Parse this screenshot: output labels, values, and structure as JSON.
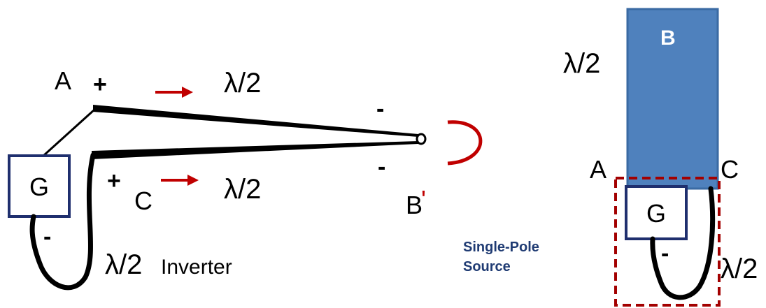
{
  "left_diagram": {
    "label_A": "A",
    "plus_A": "+",
    "wavelength_top": "λ/2",
    "minus_top": "-",
    "generator_label": "G",
    "minus_bottom": "-",
    "plus_C": "+",
    "label_C": "C",
    "wavelength_bottom": "λ/2",
    "label_B_prime": "B",
    "prime_mark": "'",
    "minus_loop": "-",
    "inverter_lambda": "λ/2",
    "inverter_label": "Inverter"
  },
  "right_diagram": {
    "lambda_left": "λ/2",
    "block_label": "B",
    "label_A": "A",
    "label_C": "C",
    "generator_label": "G",
    "minus_loop": "-",
    "lambda_bottom": "λ/2",
    "source_line1": "Single-Pole",
    "source_line2": "Source"
  },
  "colors": {
    "conductor": "#000000",
    "arrow": "#c00000",
    "block_fill": "#4f81bd",
    "block_stroke": "#3a6aa3",
    "generator_stroke": "#1f2f6e",
    "dashed_box": "#a30000",
    "source_text": "#1f3b73"
  }
}
